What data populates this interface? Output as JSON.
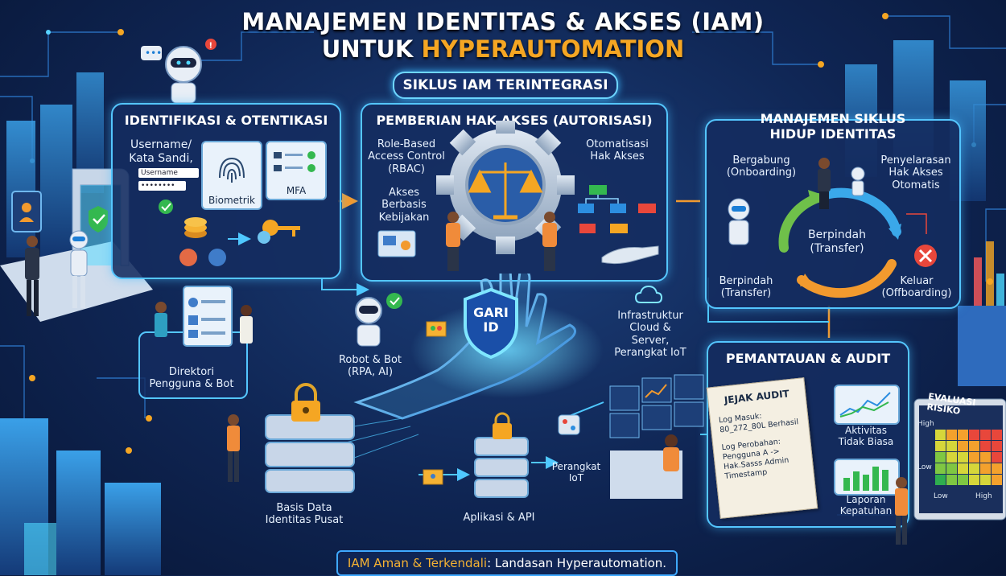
{
  "header": {
    "title_line1": "MANAJEMEN IDENTITAS & AKSES (IAM)",
    "title_line2_prefix": "UNTUK ",
    "title_line2_accent": "HYPERAUTOMATION",
    "cycle_label": "SIKLUS IAM TERINTEGRASI"
  },
  "panel_identification": {
    "title": "IDENTIFIKASI & OTENTIKASI",
    "password_label": "Username/\nKata Sandi,",
    "username_field": "Username",
    "password_field": "••••••••",
    "biometric_label": "Biometrik",
    "mfa_label": "MFA"
  },
  "panel_authorization": {
    "title": "PEMBERIAN HAK AKSES (AUTORISASI)",
    "rbac_label": "Role-Based\nAccess Control\n(RBAC)",
    "policy_label": "Akses\nBerbasis\nKebijakan",
    "automation_label": "Otomatisasi\nHak Akses"
  },
  "panel_lifecycle": {
    "title": "MANAJEMEN SIKLUS\nHIDUP IDENTITAS",
    "onboarding": "Bergabung\n(Onboarding)",
    "sync": "Penyelarasan\nHak Akses\nOtomatis",
    "transfer_center": "Berpindah\n(Transfer)",
    "transfer_left": "Berpindah\n(Transfer)",
    "offboarding": "Keluar\n(Offboarding)"
  },
  "panel_audit": {
    "title": "PEMANTAUAN & AUDIT",
    "doc_title": "JEJAK AUDIT",
    "doc_line1": "Log Masuk:",
    "doc_line2": "80_272_80L Berhasil",
    "doc_line3": "Log Perobahan:",
    "doc_line4": "Pengguna A ->",
    "doc_line5": "Hak.Sasss Admin",
    "doc_line6": "Timestamp",
    "unusual_activity": "Aktivitas\nTidak Biasa",
    "compliance_report": "Laporan\nKepatuhan"
  },
  "center": {
    "shield_text": "GARI\nID",
    "robots_label": "Robot & Bot\n(RPA, AI)",
    "infra_label": "Infrastruktur\nCloud &\nServer,\nPerangkat IoT",
    "directory_label": "Direktori\nPengguna & Bot",
    "database_label": "Basis Data\nIdentitas Pusat",
    "apps_label": "Aplikasi & API",
    "iot_label": "Perangkat\nIoT"
  },
  "risk": {
    "title": "EVALUASI RISIKO",
    "y_high": "High",
    "y_low": "Low",
    "x_high": "High",
    "x_low": "Low"
  },
  "footer": {
    "highlight": "IAM Aman & Terkendali",
    "rest": ": Landasan Hyperautomation."
  },
  "colors": {
    "accent_orange": "#f5a623",
    "panel_border": "#54c6ff",
    "panel_bg": "#142c60",
    "background": "#0f2553",
    "cycle_green": "#6fc04a",
    "cycle_orange": "#f29a2e",
    "cycle_blue": "#3aa8ea",
    "error_red": "#e8473b",
    "ok_green": "#34b84f"
  }
}
